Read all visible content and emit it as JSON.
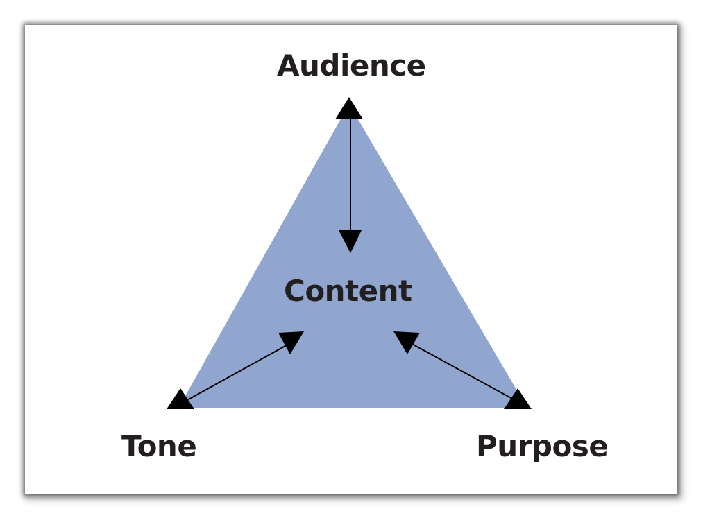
{
  "diagram": {
    "center_label": "Content",
    "vertices": {
      "top": "Audience",
      "bottom_left": "Tone",
      "bottom_right": "Purpose"
    },
    "colors": {
      "triangle_fill": "#91a6ce",
      "arrow": "#000000",
      "text": "#231f20"
    }
  }
}
